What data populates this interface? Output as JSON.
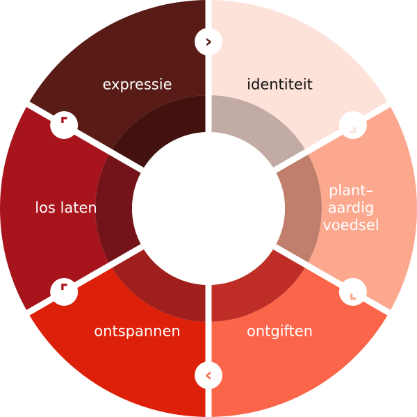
{
  "wheel": {
    "segments": [
      {
        "key": "expressie",
        "label_lines": [
          "expressie"
        ],
        "color": "#581b15",
        "inner_color": "#43120e",
        "text_color": "#ffffff"
      },
      {
        "key": "identiteit",
        "label_lines": [
          "identiteit"
        ],
        "color": "#fde2da",
        "inner_color": "#c2aba5",
        "text_color": "#111111"
      },
      {
        "key": "plantaardig-voedsel",
        "label_lines": [
          "plant–",
          "aardig",
          "voedsel"
        ],
        "color": "#fca88e",
        "inner_color": "#c07e6d",
        "text_color": "#ffffff"
      },
      {
        "key": "ontgiften",
        "label_lines": [
          "ontgiften"
        ],
        "color": "#fb664a",
        "inner_color": "#be2e27",
        "text_color": "#ffffff"
      },
      {
        "key": "ontspannen",
        "label_lines": [
          "ontspannen"
        ],
        "color": "#dc2009",
        "inner_color": "#9f1f1c",
        "text_color": "#ffffff"
      },
      {
        "key": "los-laten",
        "label_lines": [
          "los laten"
        ],
        "color": "#a8141b",
        "inner_color": "#74141a",
        "text_color": "#ffffff"
      }
    ],
    "connectors": [
      {
        "key": "expressie-to-identiteit",
        "glyph": "›",
        "color": "#581b15"
      },
      {
        "key": "identiteit-to-plantaardig-voedsel",
        "glyph": "⌟",
        "color": "#fde2da"
      },
      {
        "key": "plantaardig-voedsel-to-ontgiften",
        "glyph": "⌞",
        "color": "#fca88e"
      },
      {
        "key": "ontgiften-to-ontspannen",
        "glyph": "‹",
        "color": "#fb664a"
      },
      {
        "key": "ontspannen-to-los-laten",
        "glyph": "⌜",
        "color": "#a8141b"
      },
      {
        "key": "los-laten-to-expressie",
        "glyph": "⌜",
        "color": "#a8141b"
      }
    ]
  }
}
